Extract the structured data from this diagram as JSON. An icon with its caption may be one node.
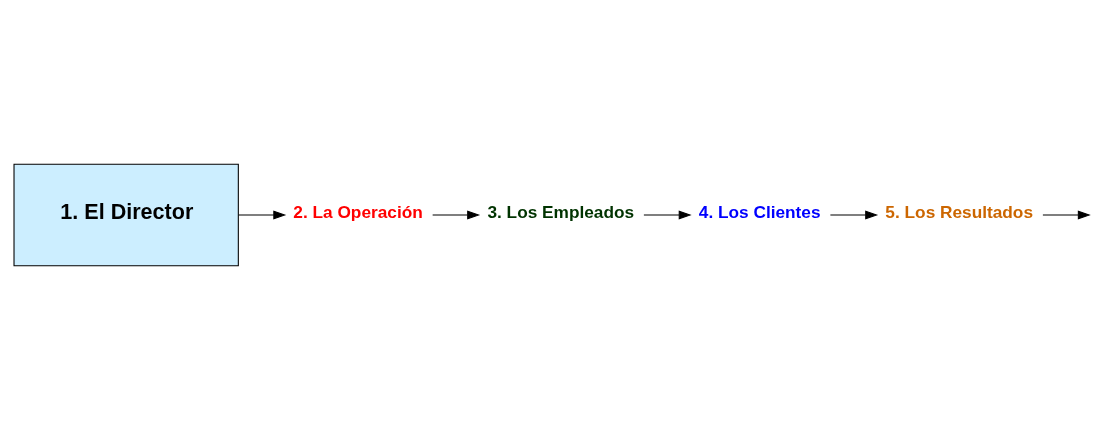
{
  "diagram": {
    "nodes": [
      {
        "text": [
          "1. El Director"
        ]
      },
      {
        "text": [
          "2. La Operación"
        ]
      },
      {
        "text": [
          "3. Los Empleados"
        ]
      },
      {
        "text": [
          "4. Los Clientes"
        ]
      },
      {
        "text": [
          "5. Los Resultados"
        ]
      }
    ],
    "edges": [
      {
        "from": 0,
        "to": 1,
        "arrow": "to"
      },
      {
        "from": 1,
        "to": 2,
        "arrow": "to"
      },
      {
        "from": 2,
        "to": 3,
        "arrow": "to"
      },
      {
        "from": 3,
        "to": 4,
        "arrow": "to"
      },
      {
        "from": 4,
        "to": null,
        "arrow": "to"
      }
    ]
  }
}
